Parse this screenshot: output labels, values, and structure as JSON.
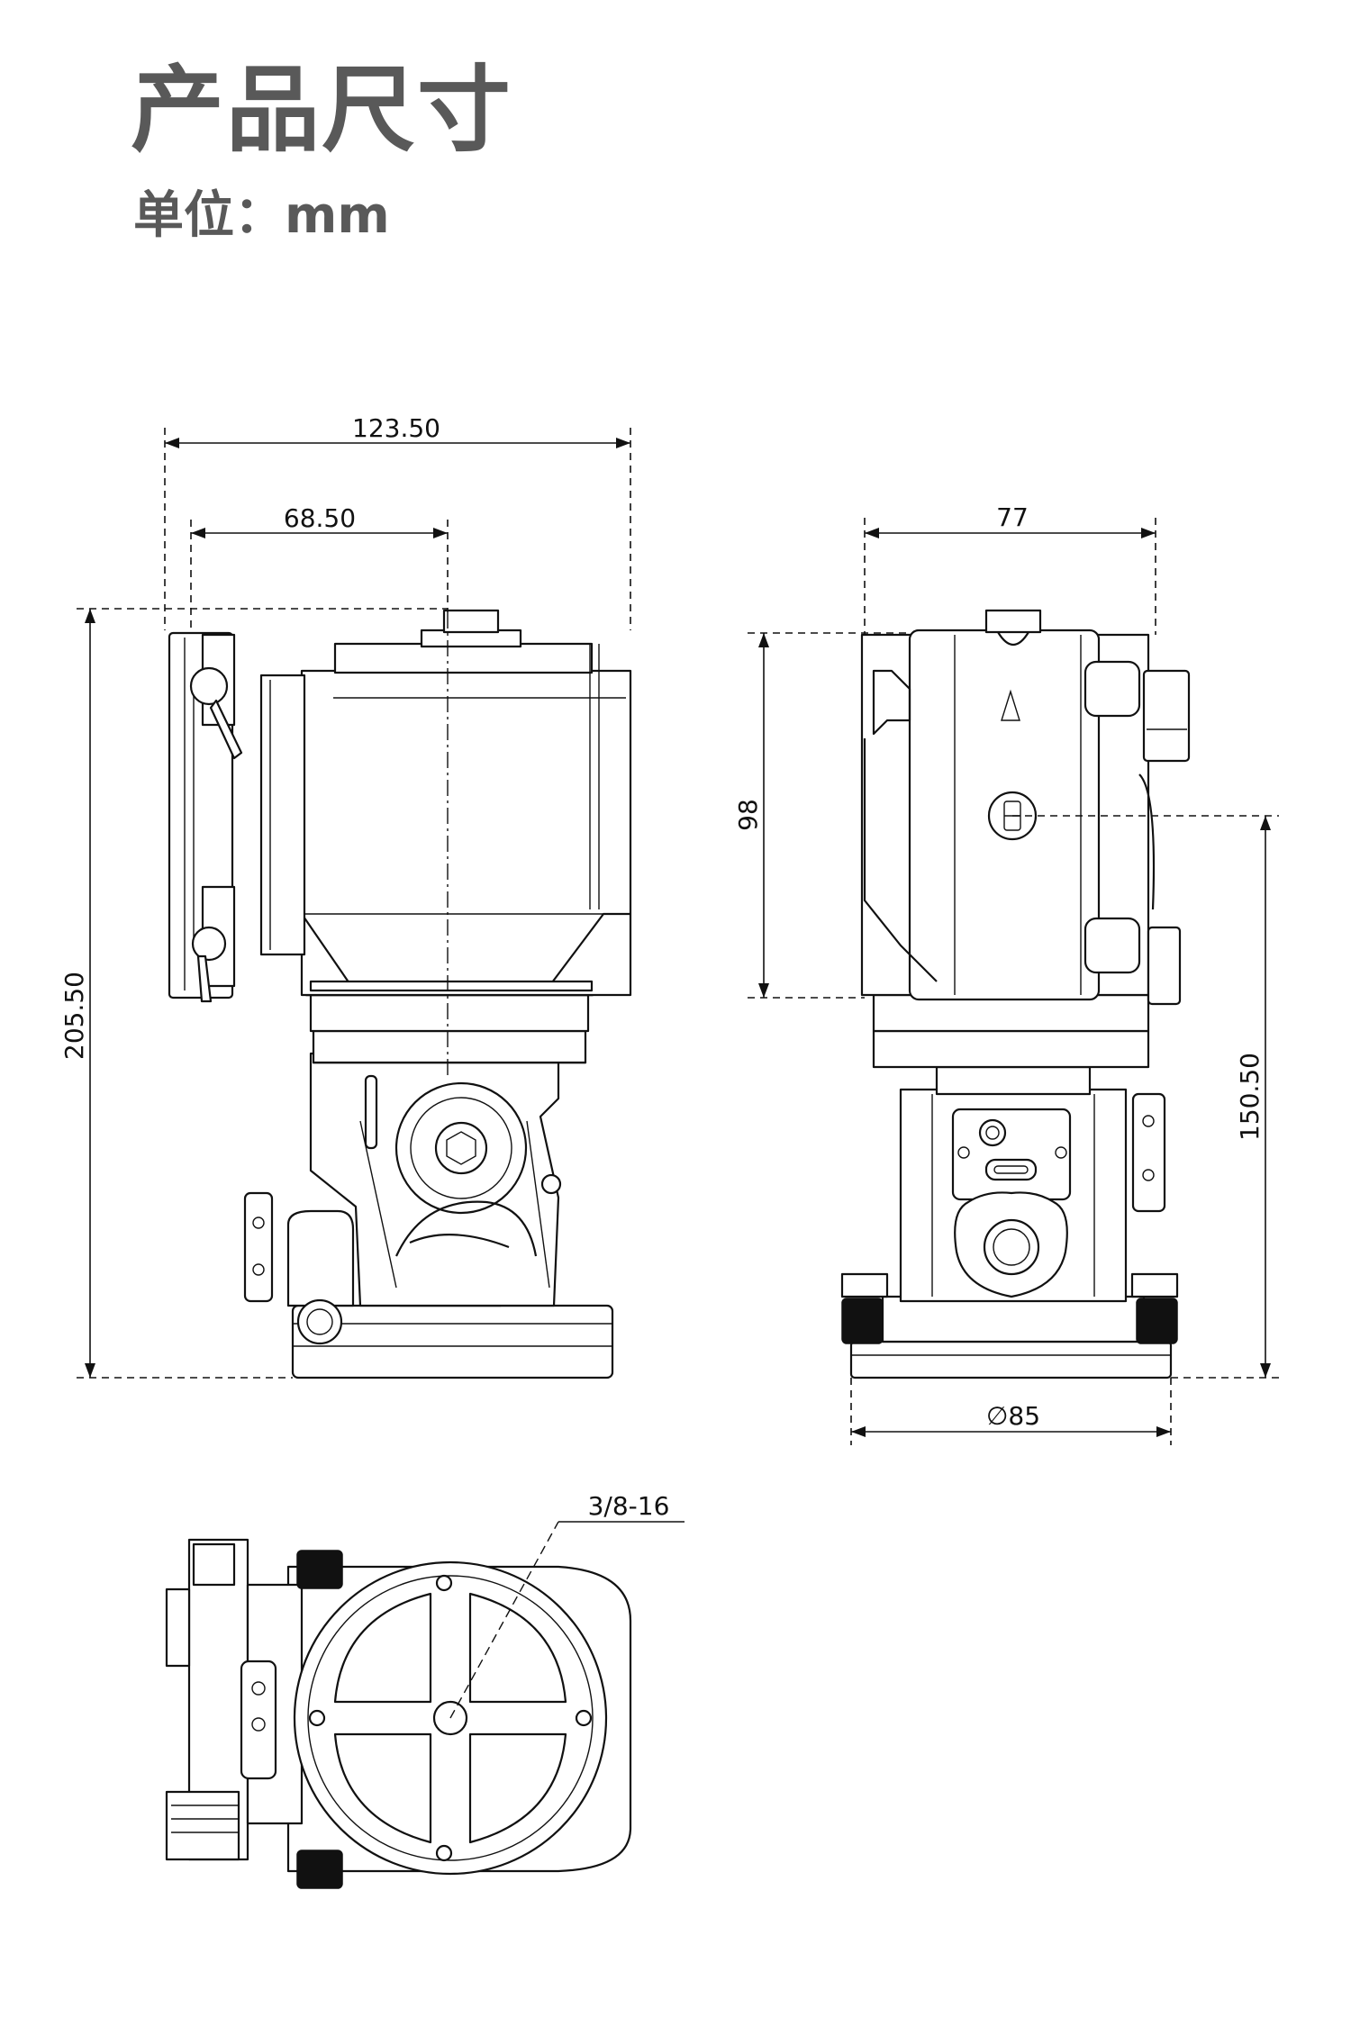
{
  "header": {
    "title": "产品尺寸",
    "unit": "单位：mm"
  },
  "dimensions": {
    "overall_width": "123.50",
    "offset_width": "68.50",
    "overall_height": "205.50",
    "side_width": "77",
    "clamp_height": "98",
    "center_height": "150.50",
    "base_diameter": "∅85",
    "thread": "3/8-16"
  }
}
